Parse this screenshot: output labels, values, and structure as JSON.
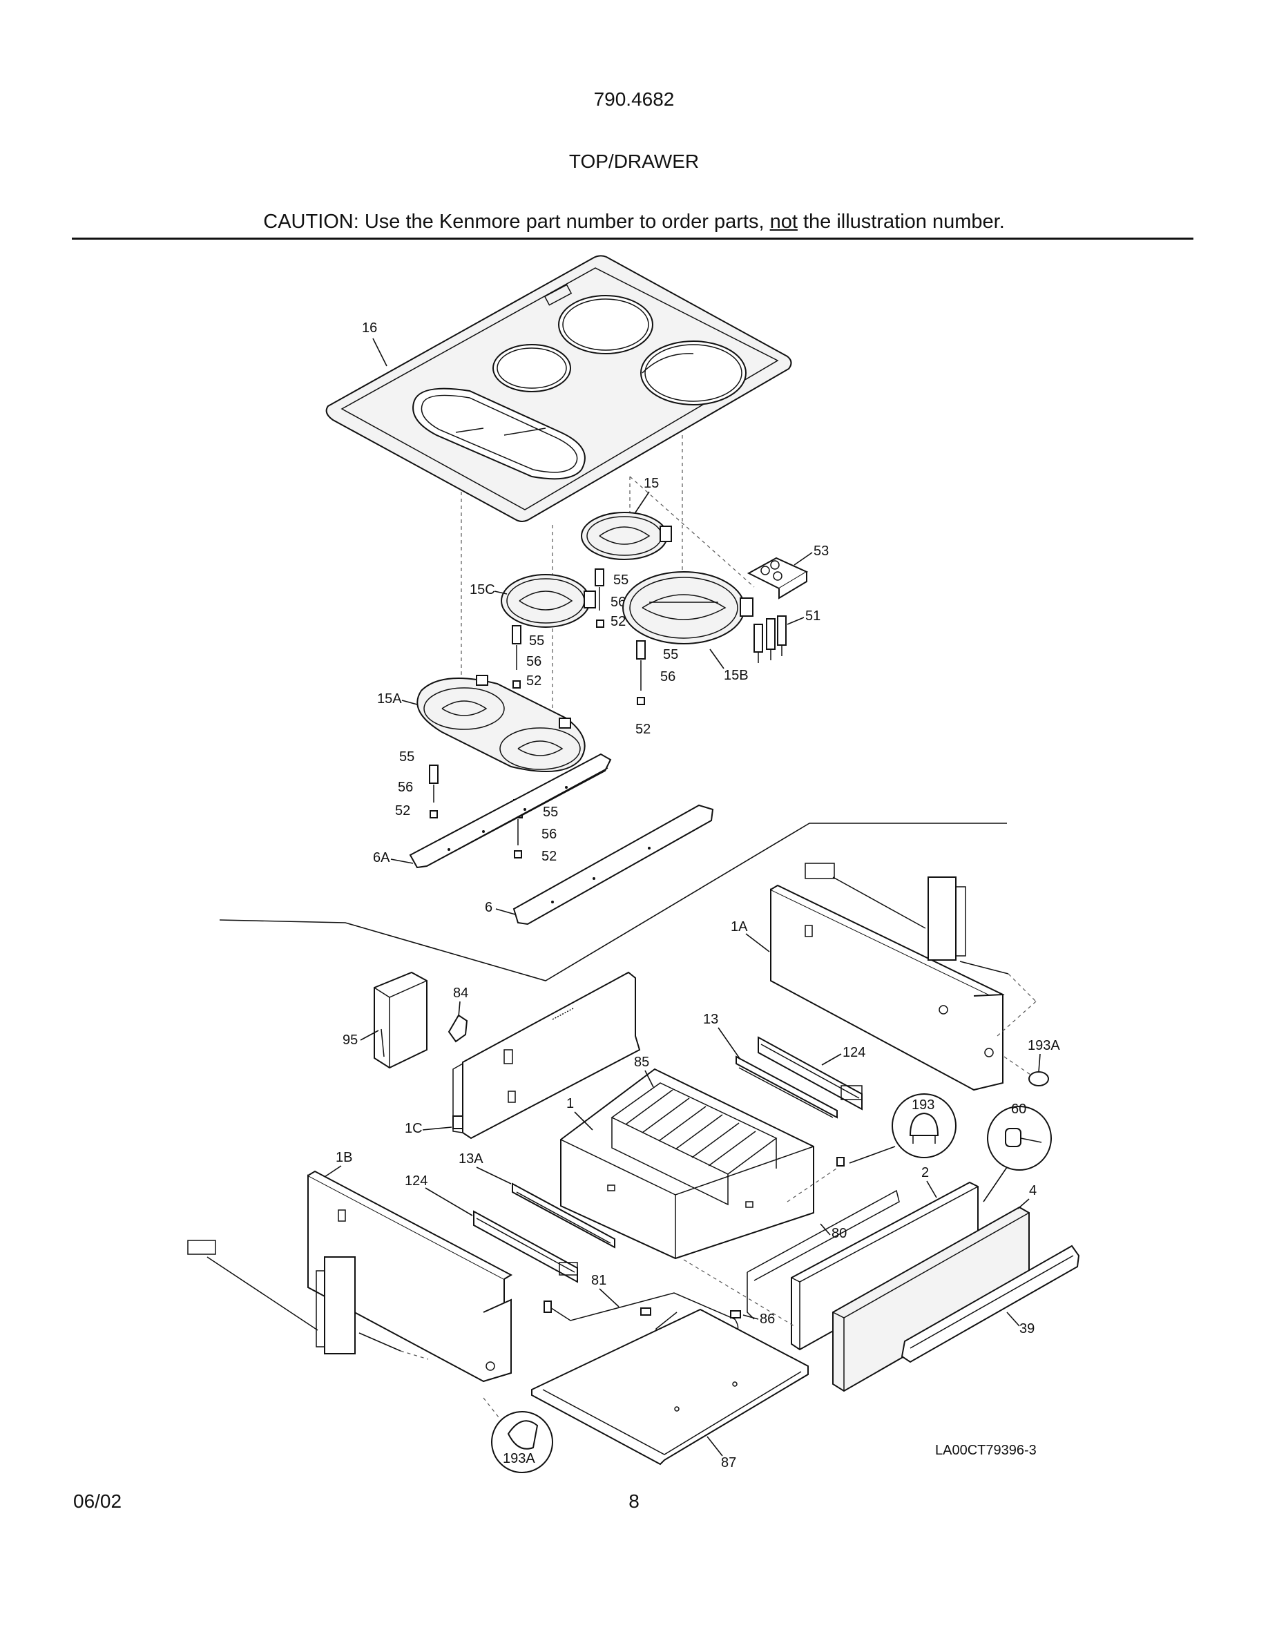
{
  "header": {
    "model": "790.4682",
    "section": "TOP/DRAWER",
    "caution_pre": "CAUTION: Use the Kenmore part number to order parts, ",
    "caution_emph": "not",
    "caution_post": " the illustration number."
  },
  "footer": {
    "date": "06/02",
    "page": "8"
  },
  "diagram": {
    "drawing_id": "LA00CT79396-3",
    "callouts": {
      "p16": "16",
      "p15": "15",
      "p53": "53",
      "p15c": "15C",
      "p55a": "55",
      "p56a": "56",
      "p52a": "52",
      "p51": "51",
      "p55b": "55",
      "p56b": "56",
      "p52b": "52",
      "p55c": "55",
      "p56c": "56",
      "p52c": "52",
      "p15b": "15B",
      "p15a": "15A",
      "p55d": "55",
      "p56d": "56",
      "p52d": "52",
      "p55e": "55",
      "p56e": "56",
      "p52e": "52",
      "p6a": "6A",
      "p6": "6",
      "p1a": "1A",
      "p84": "84",
      "p95": "95",
      "p13": "13",
      "p124a": "124",
      "p193a_top": "193A",
      "p85": "85",
      "p193": "193",
      "p1": "1",
      "p1c": "1C",
      "p60": "60",
      "p1b": "1B",
      "p13a": "13A",
      "p2": "2",
      "p124b": "124",
      "p4": "4",
      "p80": "80",
      "p81": "81",
      "p86": "86",
      "p39": "39",
      "p193a_bottom": "193A",
      "p87": "87"
    }
  }
}
